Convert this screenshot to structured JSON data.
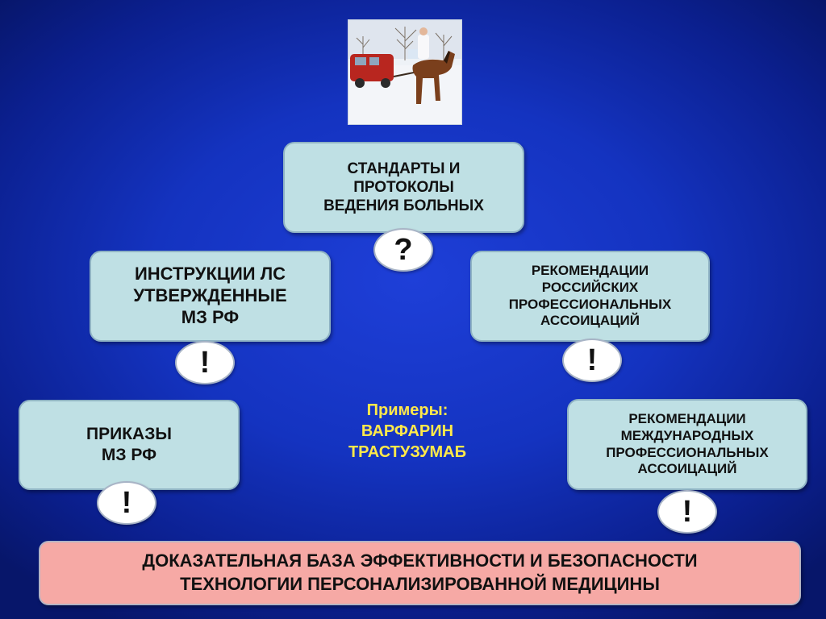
{
  "photo": {
    "subject": "horse-drawn-sled-with-van"
  },
  "standards_box": {
    "lines": [
      "СТАНДАРТЫ И",
      "ПРОТОКОЛЫ",
      "ВЕДЕНИЯ БОЛЬНЫХ"
    ],
    "badge": "?"
  },
  "instructions_box": {
    "lines": [
      "ИНСТРУКЦИИ ЛС",
      "УТВЕРЖДЕННЫЕ",
      "МЗ РФ"
    ],
    "badge": "!"
  },
  "russian_recs_box": {
    "lines": [
      "РЕКОМЕНДАЦИИ",
      "РОССИЙСКИХ",
      "ПРОФЕССИОНАЛЬНЫХ",
      "АССОИЦАЦИЙ"
    ],
    "badge": "!"
  },
  "orders_box": {
    "lines": [
      "ПРИКАЗЫ",
      "МЗ РФ"
    ],
    "badge": "!"
  },
  "intl_recs_box": {
    "lines": [
      "РЕКОМЕНДАЦИИ",
      "МЕЖДУНАРОДНЫХ",
      "ПРОФЕССИОНАЛЬНЫХ",
      "АССОИЦАЦИЙ"
    ],
    "badge": "!"
  },
  "examples": {
    "heading": "Примеры:",
    "items": [
      "ВАРФАРИН",
      "ТРАСТУЗУМАБ"
    ]
  },
  "evidence_bar": {
    "lines": [
      "ДОКАЗАТЕЛЬНАЯ БАЗА ЭФФЕКТИВНОСТИ И БЕЗОПАСНОСТИ",
      "ТЕХНОЛОГИИ ПЕРСОНАЛИЗИРОВАННОЙ МЕДИЦИНЫ"
    ]
  },
  "colors": {
    "background": "#1433c0",
    "box_fill": "#bfe0e4",
    "evidence_fill": "#f6a9a5",
    "examples_text": "#ffe94a"
  }
}
